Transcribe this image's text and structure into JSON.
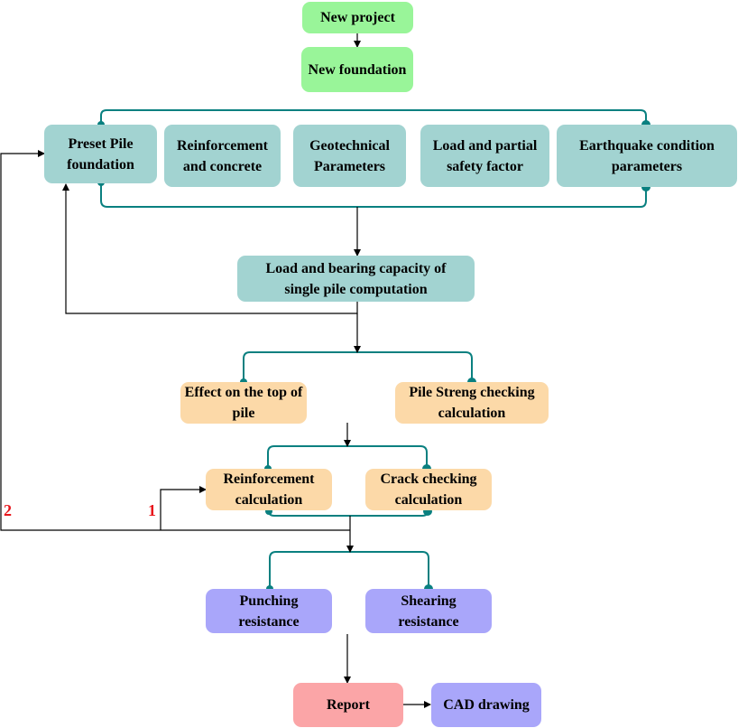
{
  "nodes": {
    "new_project": "New project",
    "new_foundation": "New foundation",
    "preset_pile": "Preset Pile foundation",
    "reinf_concrete": "Reinforcement and concrete",
    "geotech": "Geotechnical Parameters",
    "load_partial": "Load and partial safety factor",
    "earthquake": "Earthquake condition parameters",
    "load_bearing": "Load and bearing capacity of single pile computation",
    "effect_top": "Effect on the top of pile",
    "pile_streng": "Pile Streng checking calculation",
    "reinf_calc": "Reinforcement calculation",
    "crack_check": "Crack checking calculation",
    "punching": "Punching resistance",
    "shearing": "Shearing resistance",
    "report": "Report",
    "cad": "CAD drawing"
  },
  "branch_labels": {
    "one": "1",
    "two": "2"
  },
  "colors": {
    "green": "#99f599",
    "teal": "#a2d3d1",
    "peach": "#fcd9a8",
    "lavender": "#a9a6fa",
    "pink": "#fba5a7",
    "connector": "#0a8080",
    "arrow": "#000000",
    "branch_label": "#e8151b"
  }
}
